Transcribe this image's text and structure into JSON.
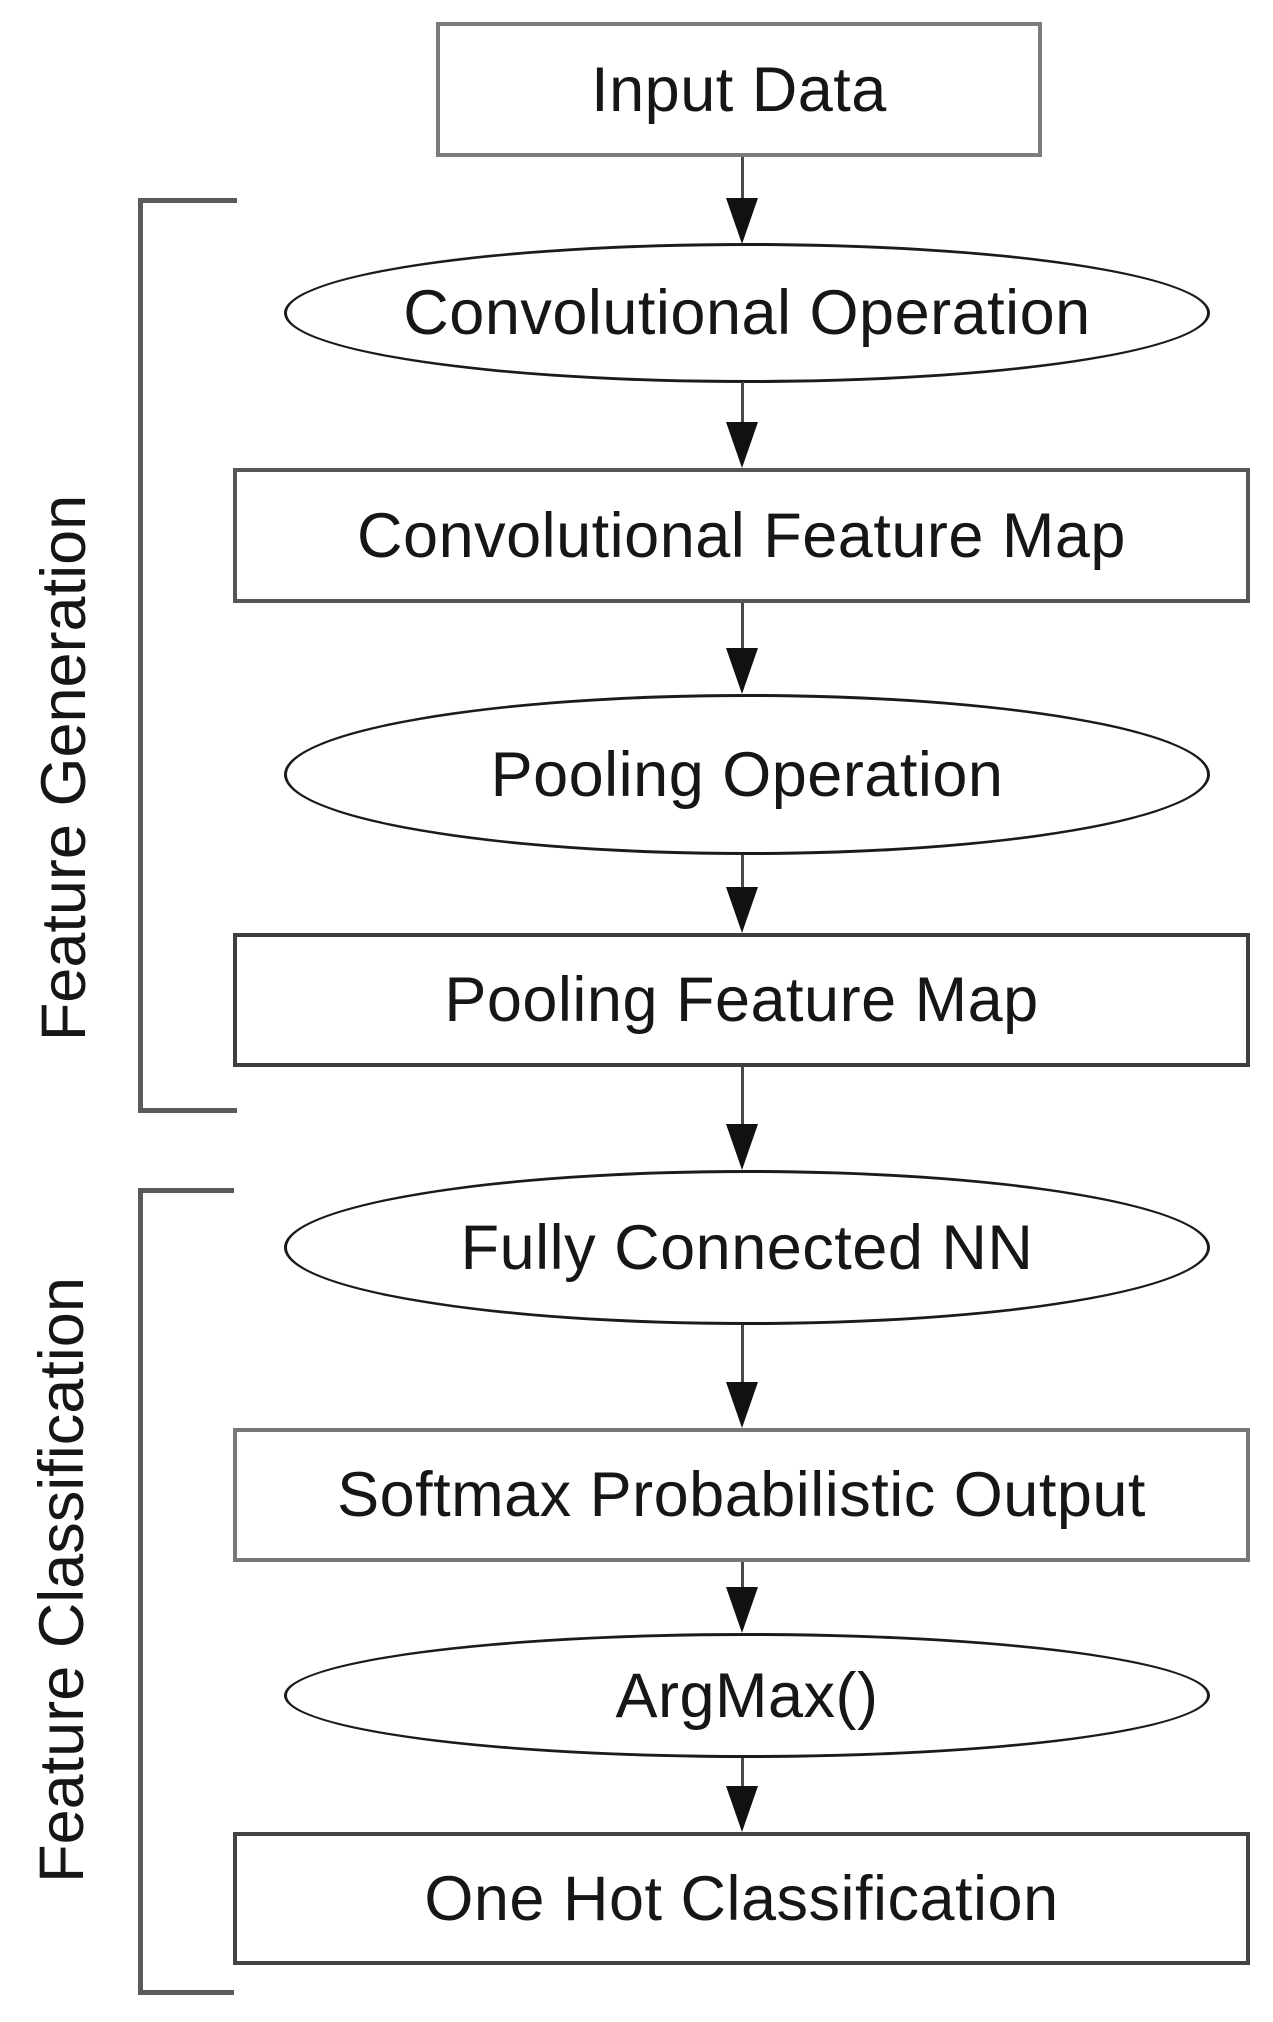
{
  "diagram": {
    "title_present": false,
    "background_color": "#ffffff",
    "text_color": "#161616",
    "arrow_head_color": "#111111",
    "arrow_stem_color": "#4a4a4a",
    "bracket_color": "#5a5a5a",
    "ellipse_border_color": "#1b1b1b",
    "rect_border_colors": [
      "#7c7c7c",
      "#565656",
      "#3e3e3e",
      "#787878",
      "#434343"
    ],
    "nodes": [
      {
        "id": "input-data",
        "shape": "rect",
        "label": "Input Data"
      },
      {
        "id": "conv-op",
        "shape": "ellipse",
        "label": "Convolutional Operation"
      },
      {
        "id": "conv-fmap",
        "shape": "rect",
        "label": "Convolutional Feature Map"
      },
      {
        "id": "pool-op",
        "shape": "ellipse",
        "label": "Pooling Operation"
      },
      {
        "id": "pool-fmap",
        "shape": "rect",
        "label": "Pooling Feature Map"
      },
      {
        "id": "fcnn",
        "shape": "ellipse",
        "label": "Fully Connected NN"
      },
      {
        "id": "softmax",
        "shape": "rect",
        "label": "Softmax Probabilistic Output"
      },
      {
        "id": "argmax",
        "shape": "ellipse",
        "label": "ArgMax()"
      },
      {
        "id": "onehot",
        "shape": "rect",
        "label": "One Hot Classification"
      }
    ],
    "edges": [
      {
        "from": "input-data",
        "to": "conv-op"
      },
      {
        "from": "conv-op",
        "to": "conv-fmap"
      },
      {
        "from": "conv-fmap",
        "to": "pool-op"
      },
      {
        "from": "pool-op",
        "to": "pool-fmap"
      },
      {
        "from": "pool-fmap",
        "to": "fcnn"
      },
      {
        "from": "fcnn",
        "to": "softmax"
      },
      {
        "from": "softmax",
        "to": "argmax"
      },
      {
        "from": "argmax",
        "to": "onehot"
      }
    ],
    "groups": [
      {
        "id": "feature-generation",
        "label": "Feature Generation",
        "covers": [
          "conv-op",
          "conv-fmap",
          "pool-op",
          "pool-fmap"
        ]
      },
      {
        "id": "feature-classification",
        "label": "Feature Classification",
        "covers": [
          "fcnn",
          "softmax",
          "argmax",
          "onehot"
        ]
      }
    ]
  }
}
